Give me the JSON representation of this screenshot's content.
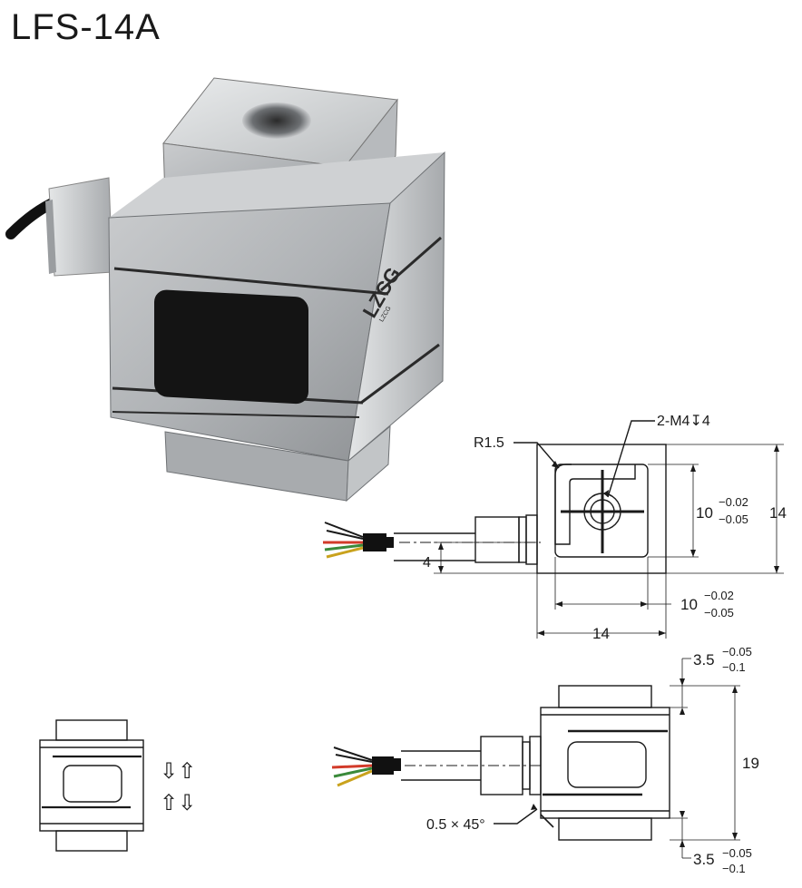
{
  "title": "LFS-14A",
  "logo": {
    "brand": "LZCG",
    "sub": "LZCG"
  },
  "labels": {
    "thread": "2-M4↧4",
    "radius": "R1.5",
    "chamfer": "0.5 × 45°"
  },
  "dims": {
    "offset": "4",
    "inner_h": "10",
    "inner_h_tol_upper": "−0.02",
    "inner_h_tol_lower": "−0.05",
    "outer_h": "14",
    "inner_w": "10",
    "inner_w_tol_upper": "−0.02",
    "inner_w_tol_lower": "−0.05",
    "outer_w": "14",
    "height": "19",
    "lip_top": "3.5",
    "lip_top_tol_upper": "−0.05",
    "lip_top_tol_lower": "−0.1",
    "lip_bottom": "3.5",
    "lip_bottom_tol_upper": "−0.05",
    "lip_bottom_tol_lower": "−0.1"
  },
  "load_direction": {
    "arrows": [
      "⇩⇧",
      "⇧⇩"
    ]
  },
  "colors": {
    "line": "#1a1a1a",
    "metal_light": "#d9dbdc",
    "metal_dark": "#8a8d90",
    "window": "#141414",
    "wire_red": "#d23b2a",
    "wire_green": "#3a8a3a",
    "wire_yellow": "#c9a21d",
    "wire_white": "#f2f2f2"
  }
}
